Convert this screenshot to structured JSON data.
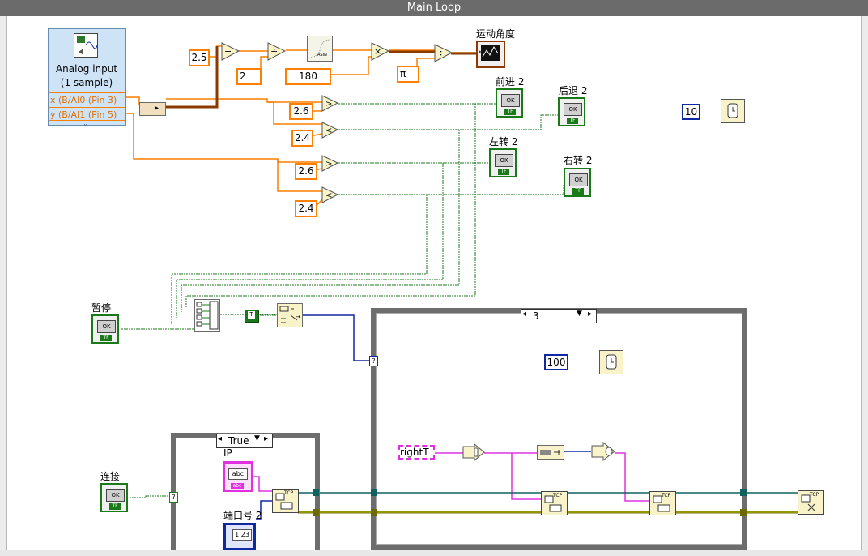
{
  "window": {
    "title": "Main Loop"
  },
  "daq": {
    "title": "Analog input",
    "subtitle": "(1 sample)",
    "ch_x": "x (B/AI0 (Pin 3)",
    "ch_y": "y (B/AI1 (Pin 5)"
  },
  "constants": {
    "c25": "2.5",
    "c2": "2",
    "c180": "180",
    "cpi": "π",
    "c26a": "2.6",
    "c24a": "2.4",
    "c26b": "2.6",
    "c24b": "2.4",
    "c10": "10",
    "c100": "100"
  },
  "indicators": {
    "angle": "运动角度",
    "forward": "前进 2",
    "back": "后退 2",
    "left": "左转 2",
    "right": "右转 2"
  },
  "controls": {
    "pause": "暂停",
    "connect": "连接",
    "ip": "IP",
    "port": "端口号 2",
    "ip_value": "abc",
    "port_value": "1.23"
  },
  "case_structures": {
    "outer_selector": "3",
    "inner_selector": "True"
  },
  "string_const": "rightT",
  "button_text": {
    "ok": "OK",
    "tf": "TF"
  },
  "node_text": {
    "asin": "ASIN",
    "tcp": "TCP",
    "bool_true": "T"
  },
  "colors": {
    "numeric_wire": "#ff7f00",
    "boolean_wire": "#1a7a1a",
    "string_wire": "#e030e0",
    "refnum_wire": "#106060",
    "error_wire": "#7a7a00"
  }
}
